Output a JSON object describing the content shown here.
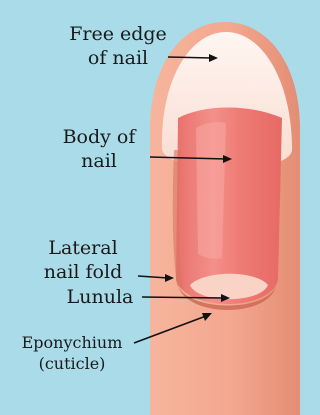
{
  "colors": {
    "background": "#a9dbe9",
    "skin": "#f3a78e",
    "skin_shadow": "#e08a72",
    "nail_body": "#ef7b75",
    "nail_highlight": "#f7aaa2",
    "free_edge": "#fbe7df",
    "lunula": "#f9d3c6",
    "arrow": "#111111"
  },
  "labels": {
    "free_edge": [
      "Free edge",
      "of nail"
    ],
    "body": [
      "Body of",
      "nail"
    ],
    "lateral_fold": [
      "Lateral",
      "nail fold"
    ],
    "lunula": [
      "Lunula"
    ],
    "eponychium": [
      "Eponychium",
      "(cuticle)"
    ]
  }
}
